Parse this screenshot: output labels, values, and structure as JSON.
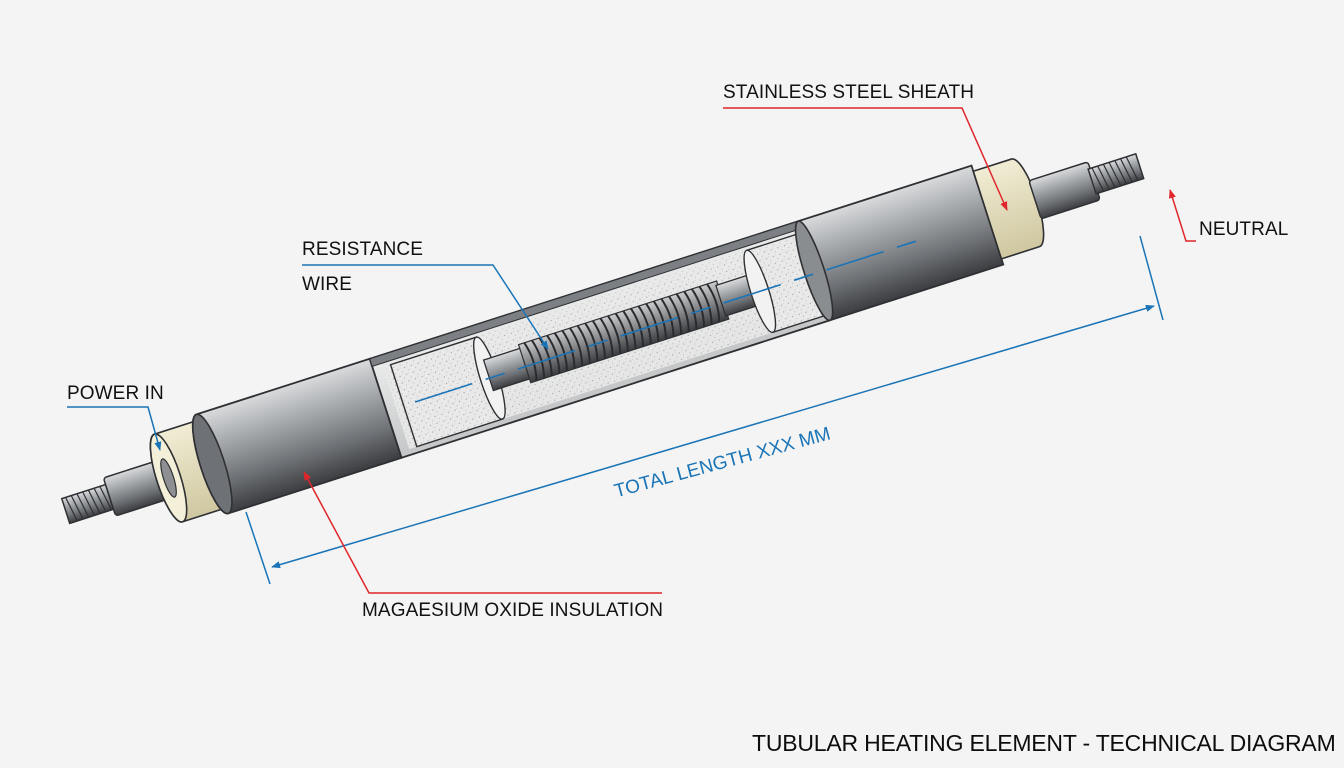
{
  "diagram": {
    "title": "TUBULAR HEATING ELEMENT - TECHNICAL DIAGRAM",
    "labels": {
      "sheath": "STAINLESS STEEL SHEATH",
      "neutral": "NEUTRAL",
      "resistance_wire_line1": "RESISTANCE",
      "resistance_wire_line2": "WIRE",
      "power_in": "POWER IN",
      "insulation": "MAGAESIUM OXIDE INSULATION",
      "total_length": "TOTAL LENGTH XXX MM"
    },
    "colors": {
      "background": "#f3f4f3",
      "steel": "#a7a9ac",
      "insulation_cap": "#efe9cf",
      "mgo_fill": "#e7e7e7",
      "leader_red": "#e0262b",
      "leader_blue": "#1a74b7"
    }
  }
}
